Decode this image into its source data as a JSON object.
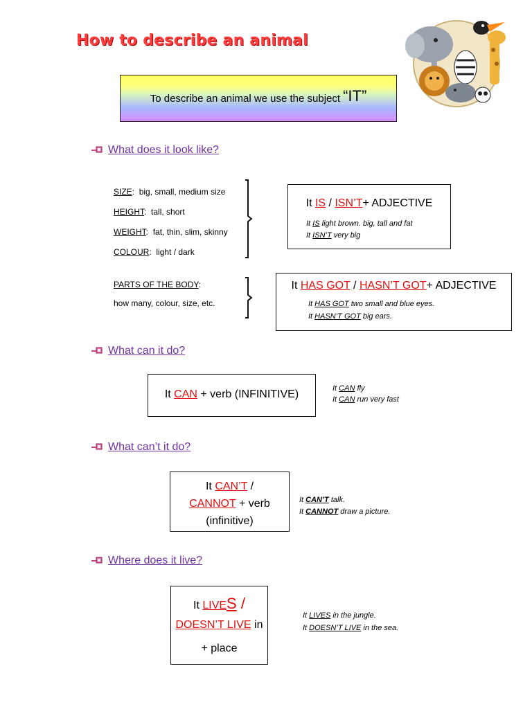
{
  "title": "How to describe an animal",
  "banner": {
    "text": "To describe an animal we use the subject",
    "subject": "“IT”"
  },
  "sections": {
    "look": {
      "heading": "What does it look like?"
    },
    "can": {
      "heading": "What can it do?"
    },
    "cant": {
      "heading": "What can’t it do?"
    },
    "live": {
      "heading": "Where does it live?"
    }
  },
  "attributes": [
    {
      "label": "SIZE",
      "sep": ":",
      "value": "big, small, medium size"
    },
    {
      "label": "HEIGHT",
      "sep": ":",
      "value": "tall, short"
    },
    {
      "label": "WEIGHT",
      "sep": ":",
      "value": "fat, thin, slim, skinny"
    },
    {
      "label": "COLOUR",
      "sep": ":",
      "value": "light / dark"
    }
  ],
  "body_parts": {
    "label": "PARTS OF THE BODY",
    "sep": ":",
    "value": "how many, colour, size, etc."
  },
  "rule_is": {
    "pre": "It ",
    "is": "IS",
    "slash": " / ",
    "isnt": "ISN’T",
    "post": "+ ADJECTIVE",
    "ex1_pre": "It ",
    "ex1_key": "IS",
    "ex1_post": " light brown. big, tall and fat",
    "ex2_pre": "It ",
    "ex2_key": "ISN’T",
    "ex2_post": " very big"
  },
  "rule_has": {
    "pre": "It ",
    "has": "HAS GOT",
    "slash": " / ",
    "hasnt": "HASN’T GOT",
    "post": "+ ADJECTIVE",
    "ex1_pre": "It ",
    "ex1_key": "HAS GOT",
    "ex1_post": " two small and blue eyes.",
    "ex2_pre": "It ",
    "ex2_key": "HASN’T GOT",
    "ex2_post": " big ears."
  },
  "rule_can": {
    "pre": "It ",
    "can": "CAN",
    "post": " + verb (INFINITIVE)",
    "ex1_pre": "It ",
    "ex1_key": "CAN",
    "ex1_post": " fly",
    "ex2_pre": "It ",
    "ex2_key": "CAN",
    "ex2_post": " run very fast"
  },
  "rule_cant": {
    "line1_pre": "It ",
    "cant": "CAN’T",
    "line1_post": " /",
    "cannot": "CANNOT",
    "line2_post": " + verb",
    "line3": "(infinitive)",
    "ex1_pre": "It ",
    "ex1_key": "CAN’T",
    "ex1_post": " talk.",
    "ex2_pre": "It ",
    "ex2_key": "CANNOT",
    "ex2_post": " draw a picture."
  },
  "rule_live": {
    "line1_pre": "It ",
    "lives": "LIVE",
    "lives_s": "S",
    "line1_post": " /",
    "doesnt": "DOESN’T LIVE",
    "line2_post": " in",
    "line3": "+ place",
    "ex1_pre": "It ",
    "ex1_key": "LIVES",
    "ex1_post": " in the jungle.",
    "ex2_pre": "It ",
    "ex2_key": "DOESN’T LIVE",
    "ex2_post": " in the sea."
  },
  "colors": {
    "title": "#ff3b3b",
    "heading": "#7030a0",
    "accent": "#e01010"
  },
  "icons": {
    "bullet": "pink-bullet-icon",
    "illustration": "animal-group-illustration"
  }
}
